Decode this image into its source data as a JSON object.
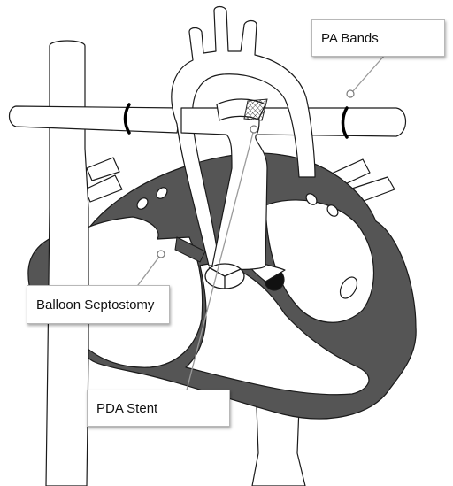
{
  "labels": {
    "pa_bands": "PA Bands",
    "balloon_septostomy": "Balloon Septostomy",
    "pda_stent": "PDA Stent"
  },
  "colors": {
    "outline": "#1a1a1a",
    "muscle": "#555555",
    "fill": "#ffffff",
    "leader": "#9a9a9a"
  }
}
